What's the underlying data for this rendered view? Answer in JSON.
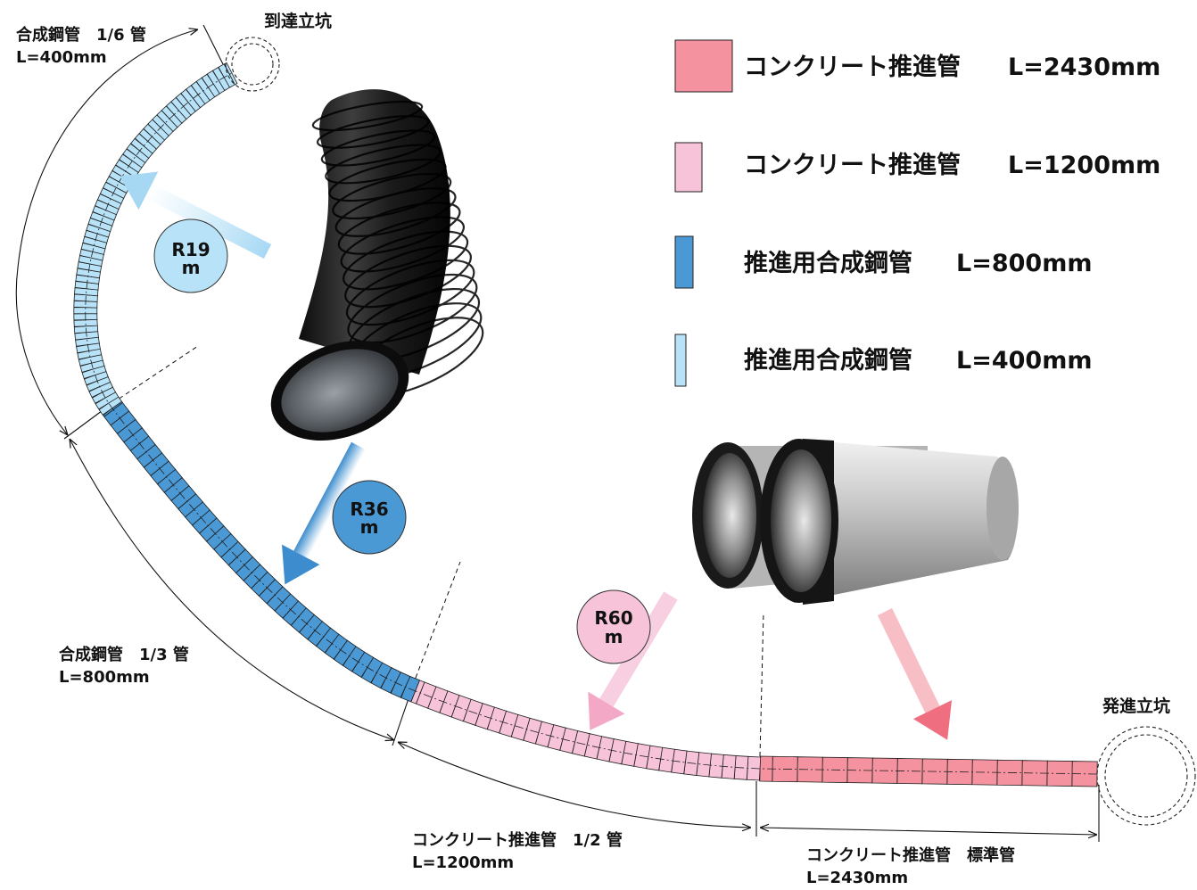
{
  "shafts": {
    "arrival": "到達立坑",
    "launch": "発進立坑"
  },
  "legend": [
    {
      "label": "コンクリート推進管",
      "length": "L=2430mm",
      "color": "#f4939f"
    },
    {
      "label": "コンクリート推進管",
      "length": "L=1200mm",
      "color": "#f7c3d8"
    },
    {
      "label": "推進用合成鋼管",
      "length": "L=800mm",
      "color": "#4a98d4"
    },
    {
      "label": "推進用合成鋼管",
      "length": "L=400mm",
      "color": "#b7e2f7"
    }
  ],
  "radii": [
    {
      "line1": "R19",
      "line2": "m",
      "color": "#b7e2f7"
    },
    {
      "line1": "R36",
      "line2": "m",
      "color": "#4a98d4"
    },
    {
      "line1": "R60",
      "line2": "m",
      "color": "#f7c3d8"
    }
  ],
  "sections": [
    {
      "line1": "合成鋼管　1/6 管",
      "line2": "L=400mm"
    },
    {
      "line1": "合成鋼管　1/3 管",
      "line2": "L=800mm"
    },
    {
      "line1": "コンクリート推進管　1/2 管",
      "line2": "L=1200mm"
    },
    {
      "line1": "コンクリート推進管　標準管",
      "line2": "L=2430mm"
    }
  ]
}
